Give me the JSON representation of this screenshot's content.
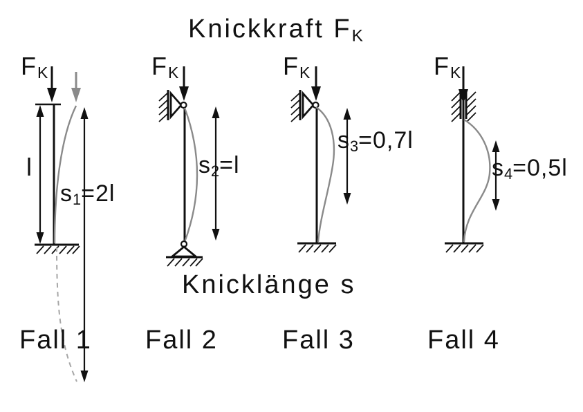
{
  "title": {
    "text": "Knickkraft F",
    "sub": "K"
  },
  "subtitle": "Knicklänge s",
  "colors": {
    "ink": "#111111",
    "muted": "#8a8a8a",
    "dashed": "#a6a6a6"
  },
  "cases": [
    {
      "name": "Fall 1",
      "force": {
        "base": "F",
        "sub": "K"
      },
      "length": {
        "base": "s",
        "sub": "1",
        "rest": "=2l"
      },
      "height_label": "l",
      "top_support": "free-end",
      "bottom_support": "fixed-clamped"
    },
    {
      "name": "Fall 2",
      "force": {
        "base": "F",
        "sub": "K"
      },
      "length": {
        "base": "s",
        "sub": "2",
        "rest": "=l"
      },
      "top_support": "pinned",
      "bottom_support": "pinned"
    },
    {
      "name": "Fall 3",
      "force": {
        "base": "F",
        "sub": "K"
      },
      "length": {
        "base": "s",
        "sub": "3",
        "rest": "=0,7l"
      },
      "top_support": "pinned",
      "bottom_support": "fixed-clamped"
    },
    {
      "name": "Fall 4",
      "force": {
        "base": "F",
        "sub": "K"
      },
      "length": {
        "base": "s",
        "sub": "4",
        "rest": "=0,5l"
      },
      "top_support": "guided-clamped",
      "bottom_support": "fixed-clamped"
    }
  ]
}
